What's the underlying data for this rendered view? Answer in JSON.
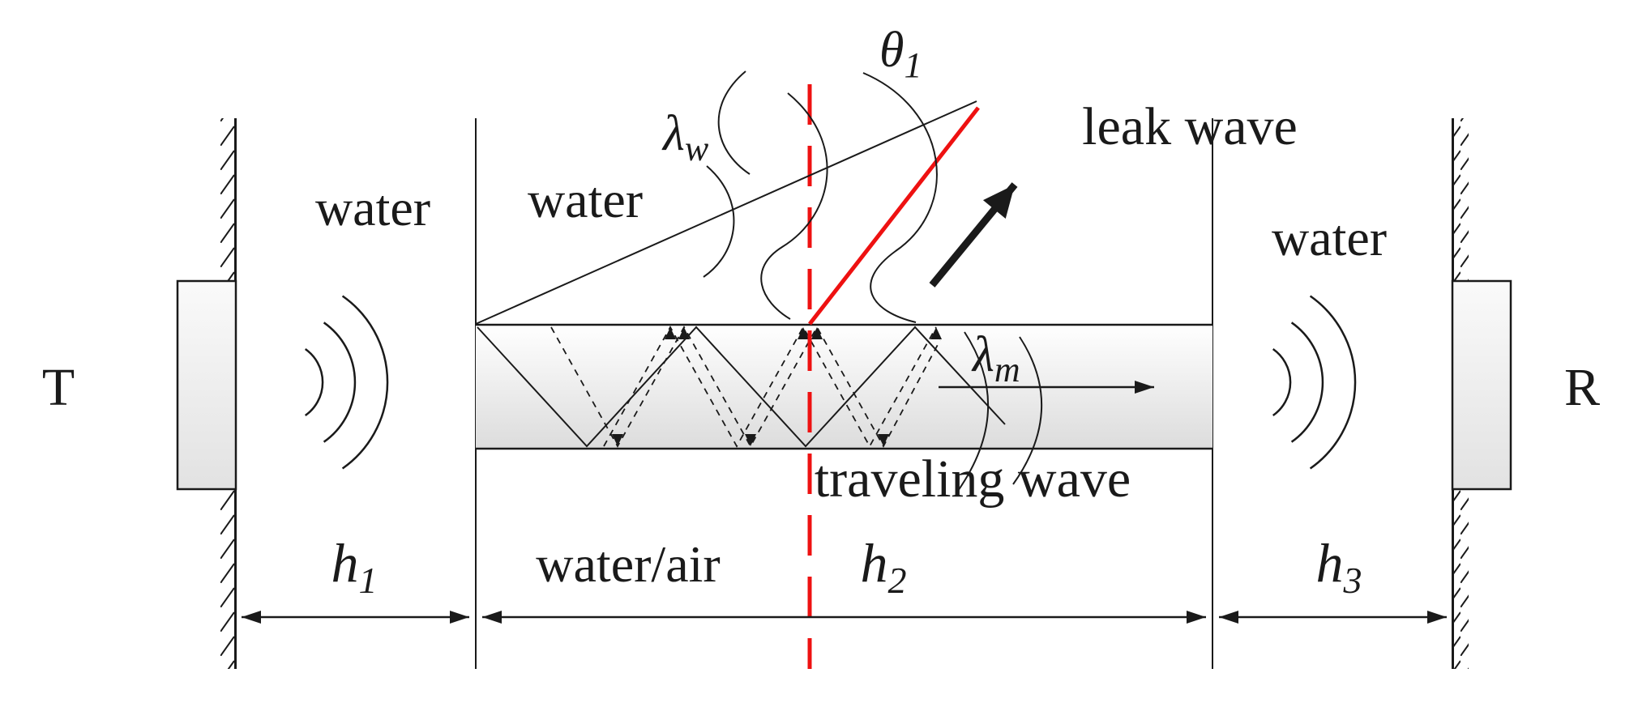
{
  "colors": {
    "line": "#1a1a1a",
    "red": "#ee1111"
  },
  "labels": {
    "transmitter": "T",
    "receiver": "R",
    "water_left": "water",
    "water_center": "water",
    "water_right": "water",
    "water_air": "water/air",
    "leak_wave": "leak wave",
    "traveling_wave": "traveling wave"
  },
  "symbols": {
    "theta1": {
      "base": "θ",
      "sub": "1"
    },
    "lambda_w": {
      "base": "λ",
      "sub": "w"
    },
    "lambda_m": {
      "base": "λ",
      "sub": "m"
    },
    "h1": {
      "base": "h",
      "sub": "1"
    },
    "h2": {
      "base": "h",
      "sub": "2"
    },
    "h3": {
      "base": "h",
      "sub": "3"
    }
  }
}
